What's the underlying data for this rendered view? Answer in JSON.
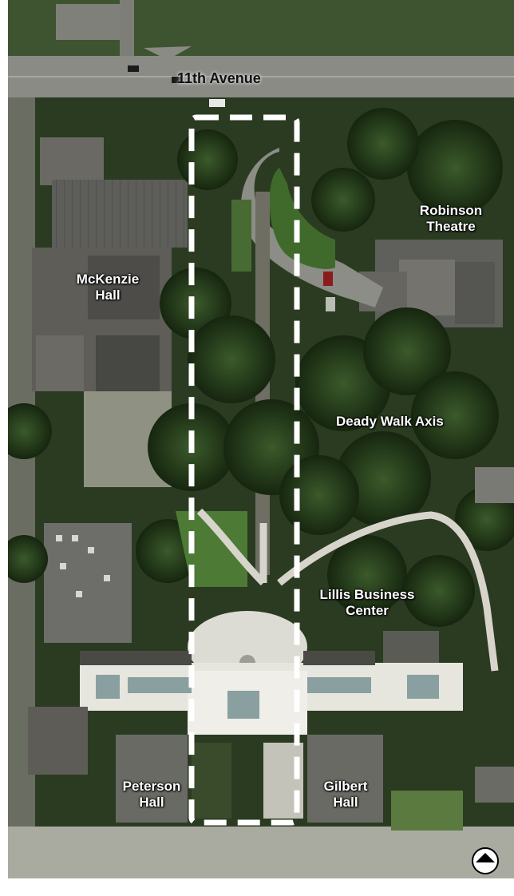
{
  "map": {
    "labels": {
      "street": "11th Avenue",
      "robinson_line1": "Robinson",
      "robinson_line2": "Theatre",
      "mckenzie_line1": "McKenzie",
      "mckenzie_line2": "Hall",
      "axis": "Deady Walk Axis",
      "lillis_line1": "Lillis Business",
      "lillis_line2": "Center",
      "peterson_line1": "Peterson",
      "peterson_line2": "Hall",
      "gilbert_line1": "Gilbert",
      "gilbert_line2": "Hall"
    },
    "icons": {
      "north_arrow": "north-arrow-icon"
    },
    "colors": {
      "tree_canopy": "#1f3319",
      "lawn": "#3d5a2a",
      "roof": "#5a5a56",
      "road": "#8b8c86",
      "path": "#c9c6bc",
      "axis_outline": "#ffffff"
    }
  }
}
